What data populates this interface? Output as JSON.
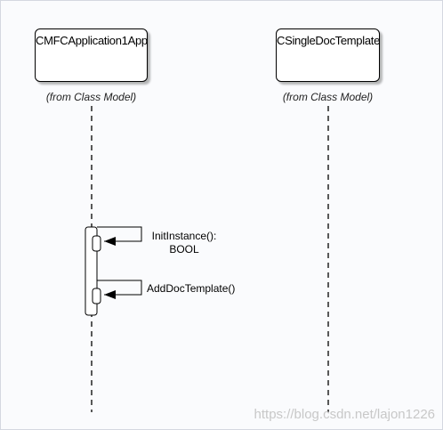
{
  "lifelines": [
    {
      "name": "CMFCApplication1App",
      "stereotype": "(from Class Model)"
    },
    {
      "name": "CSingleDocTemplate",
      "stereotype": "(from Class Model)"
    }
  ],
  "messages": [
    {
      "line1": "InitInstance():",
      "line2": "BOOL",
      "from": "CMFCApplication1App",
      "to": "CMFCApplication1App",
      "kind": "self-call"
    },
    {
      "line1": "AddDocTemplate()",
      "from": "CMFCApplication1App",
      "to": "CMFCApplication1App",
      "kind": "self-call"
    }
  ],
  "watermark": "https://blog.csdn.net/lajon1226",
  "colors": {
    "background": "#fafbfd",
    "line": "#000000",
    "watermark": "#c8c8c8"
  }
}
